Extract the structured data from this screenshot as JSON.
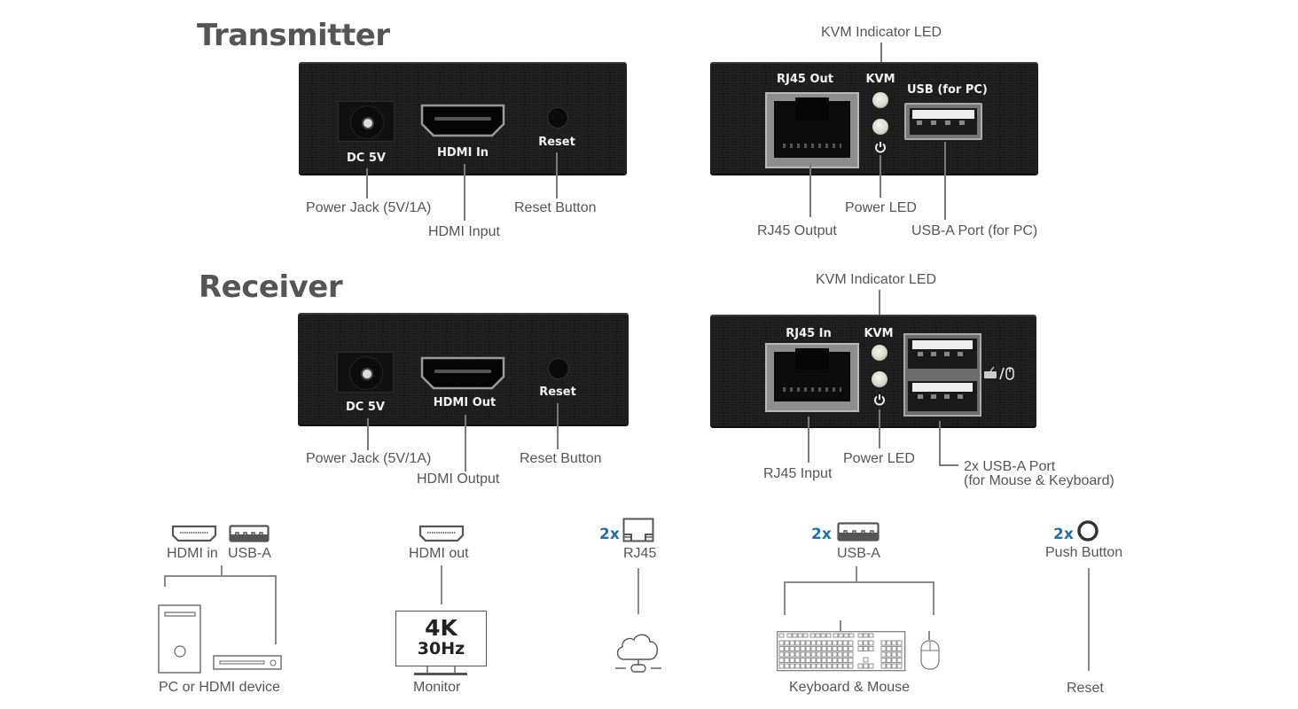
{
  "sections": {
    "transmitter": {
      "title": "Transmitter",
      "front_panel": {
        "port_labels": [
          "DC 5V",
          "HDMI In",
          "Reset"
        ],
        "callouts": [
          "Power Jack (5V/1A)",
          "HDMI Input",
          "Reset Button"
        ]
      },
      "rear_panel": {
        "port_labels": [
          "RJ45 Out",
          "KVM",
          "USB (for PC)"
        ],
        "callouts": [
          "KVM Indicator LED",
          "RJ45 Output",
          "Power LED",
          "USB-A Port (for PC)"
        ]
      }
    },
    "receiver": {
      "title": "Receiver",
      "front_panel": {
        "port_labels": [
          "DC 5V",
          "HDMI Out",
          "Reset"
        ],
        "callouts": [
          "Power Jack (5V/1A)",
          "HDMI Output",
          "Reset Button"
        ]
      },
      "rear_panel": {
        "port_labels": [
          "RJ45 In",
          "KVM"
        ],
        "usb_symbol": "keyboard / mouse",
        "callouts": [
          "KVM Indicator LED",
          "RJ45 Input",
          "Power LED",
          "2x USB-A Port",
          "(for Mouse & Keyboard)"
        ]
      }
    }
  },
  "legend": {
    "groups": [
      {
        "ports": [
          "HDMI in",
          "USB-A"
        ],
        "device": "PC or HDMI device"
      },
      {
        "ports": [
          "HDMI out"
        ],
        "device": "Monitor",
        "monitor_text": [
          "4K",
          "30Hz"
        ]
      },
      {
        "count": "2x",
        "ports": [
          "RJ45"
        ],
        "device": "network-cloud"
      },
      {
        "count": "2x",
        "ports": [
          "USB-A"
        ],
        "device": "Keyboard & Mouse"
      },
      {
        "count": "2x",
        "ports": [
          "Push Button"
        ],
        "device": "Reset"
      }
    ]
  },
  "icons": {
    "power": "power-icon",
    "hdmi": "hdmi-port-icon",
    "usb": "usb-a-port-icon",
    "rj45": "rj45-port-icon",
    "push_button": "ring-icon",
    "cloud": "cloud-network-icon"
  },
  "colors": {
    "accent": "#1f6fa8",
    "panel": "#1b1b1b",
    "text": "#555555"
  }
}
